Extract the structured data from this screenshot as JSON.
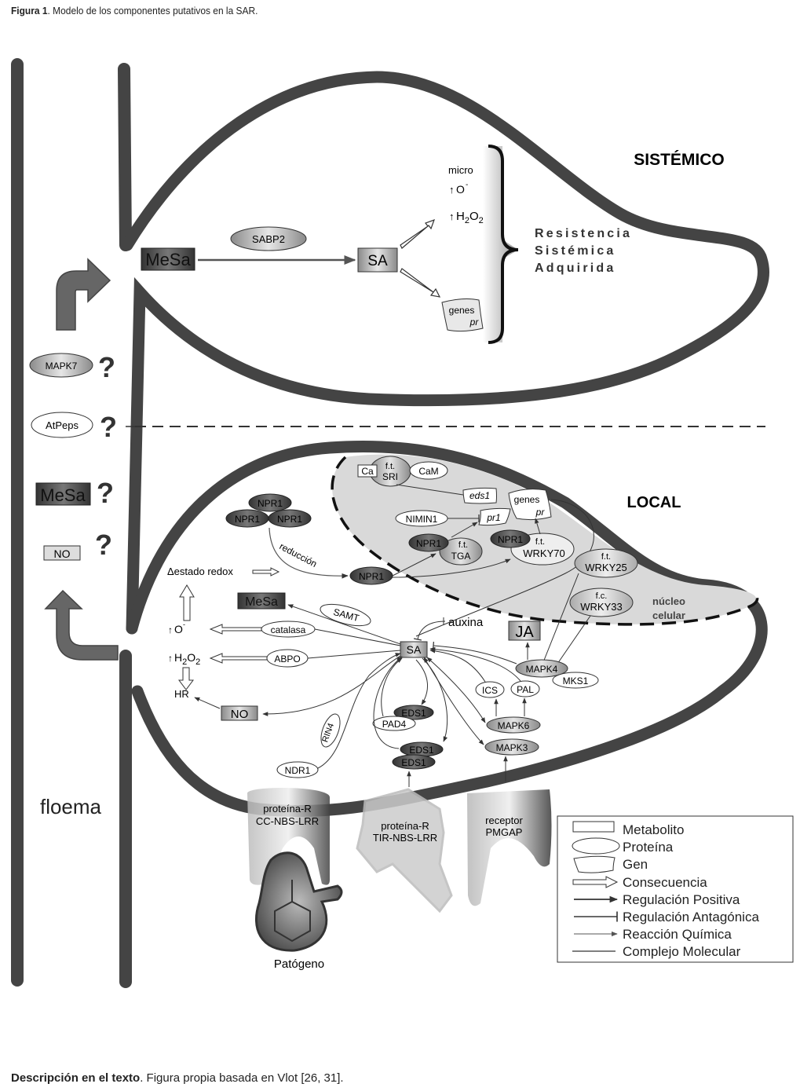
{
  "caption": {
    "label": "Figura 1",
    "text": ". Modelo de los componentes putativos en la SAR."
  },
  "footer": {
    "label": "Descripción en el texto",
    "text": ". Figura propia basada en Vlot [26, 31]."
  },
  "systemic": {
    "title": "SISTÉMICO",
    "mesa": "MeSa",
    "sabp2": "SABP2",
    "sa": "SA",
    "micro": "micro",
    "o_minus": "O",
    "o_sup": "-",
    "h2o2": "H2O2",
    "genes": "genes",
    "pr": "pr",
    "sar_lines": [
      "Resistencia",
      "Sistémica",
      "Adquirida"
    ]
  },
  "signals": {
    "mapk7": "MAPK7",
    "atpeps": "AtPeps",
    "mesa": "MeSa",
    "no": "NO",
    "question": "?"
  },
  "floema": "floema",
  "local": {
    "title": "LOCAL",
    "nucleus_label": [
      "núcleo",
      "celular"
    ],
    "ca": "Ca",
    "ft_sri": [
      "f.t.",
      "SRI"
    ],
    "cam": "CaM",
    "eds1_gene": "eds1",
    "genes": "genes",
    "pr": "pr",
    "nimin1": "NIMIN1",
    "pr1": "pr1",
    "npr1": "NPR1",
    "ft_tga": [
      "f.t.",
      "TGA"
    ],
    "ft_wrky70": [
      "f.t.",
      "WRKY70"
    ],
    "ft_wrky25": [
      "f.t.",
      "WRKY25"
    ],
    "fc_wrky33": [
      "f.c.",
      "WRKY33"
    ],
    "reduccion": "reducción",
    "estado_redox": "Δestado redox",
    "mesa": "MeSa",
    "samt": "SAMT",
    "catalasa": "catalasa",
    "abpo": "ABPO",
    "o_minus": "O",
    "h2o2": "H2O2",
    "hr": "HR",
    "no": "NO",
    "sa": "SA",
    "auxina": "auxina",
    "ja": "JA",
    "mapk4": "MAPK4",
    "mks1": "MKS1",
    "ics": "ICS",
    "pal": "PAL",
    "mapk6": "MAPK6",
    "mapk3": "MAPK3",
    "eds1": "EDS1",
    "pad4": "PAD4",
    "rin4": "RIN4",
    "ndr1": "NDR1"
  },
  "receptors": {
    "cc": [
      "proteína-R",
      "CC-NBS-LRR"
    ],
    "tir": [
      "proteína-R",
      "TIR-NBS-LRR"
    ],
    "pmgap": [
      "receptor",
      "PMGAP"
    ],
    "pathogen": "Patógeno"
  },
  "legend": {
    "items": [
      {
        "shape": "metabolite",
        "label": "Metabolito"
      },
      {
        "shape": "protein",
        "label": "Proteína"
      },
      {
        "shape": "gene",
        "label": "Gen"
      },
      {
        "shape": "consequence",
        "label": "Consecuencia"
      },
      {
        "shape": "positive",
        "label": "Regulación Positiva"
      },
      {
        "shape": "antagonist",
        "label": "Regulación Antagónica"
      },
      {
        "shape": "chemical",
        "label": "Reacción Química"
      },
      {
        "shape": "complex",
        "label": "Complejo Molecular"
      }
    ]
  }
}
